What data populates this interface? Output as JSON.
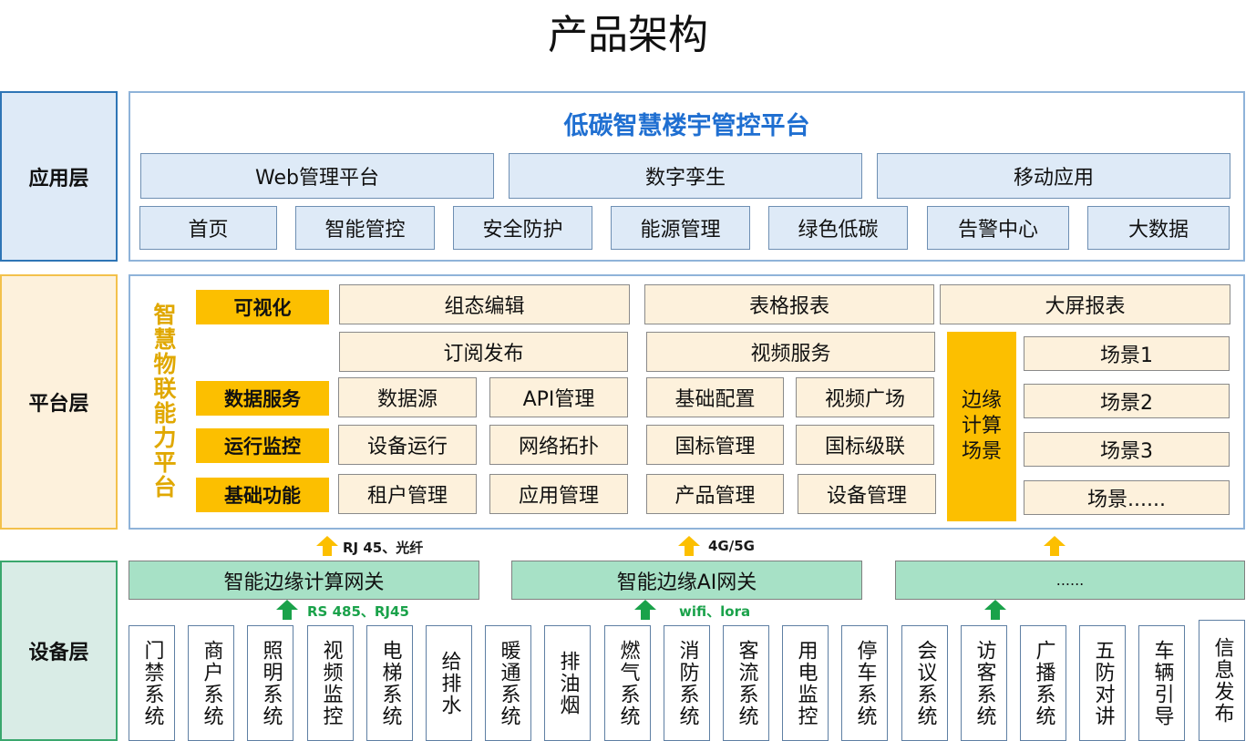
{
  "title": "产品架构",
  "layers": {
    "app": "应用层",
    "platform": "平台层",
    "device": "设备层"
  },
  "app": {
    "platform_name": "低碳智慧楼宇管控平台",
    "row1": [
      "Web管理平台",
      "数字孪生",
      "移动应用"
    ],
    "row2": [
      "首页",
      "智能管控",
      "安全防护",
      "能源管理",
      "绿色低碳",
      "告警中心",
      "大数据"
    ]
  },
  "platform": {
    "side_title": "智慧物联能力平台",
    "categories": {
      "visual": "可视化",
      "data": "数据服务",
      "monitor": "运行监控",
      "basic": "基础功能"
    },
    "items": {
      "zutai": "组态编辑",
      "table_report": "表格报表",
      "big_screen": "大屏报表",
      "subscribe": "订阅发布",
      "video_service": "视频服务",
      "datasource": "数据源",
      "api": "API管理",
      "base_config": "基础配置",
      "video_square": "视频广场",
      "device_run": "设备运行",
      "topology": "网络拓扑",
      "gb_manage": "国标管理",
      "gb_cascade": "国标级联",
      "tenant": "租户管理",
      "app_manage": "应用管理",
      "product": "产品管理",
      "device_manage": "设备管理"
    },
    "edge": {
      "label": "边缘计算场景",
      "scenes": [
        "场景1",
        "场景2",
        "场景3",
        "场景......"
      ]
    }
  },
  "connections": {
    "top": [
      "RJ 45、光纤",
      "4G/5G"
    ],
    "bottom": [
      "RS 485、RJ45",
      "wifi、lora"
    ]
  },
  "gateways": [
    "智能边缘计算网关",
    "智能边缘AI网关",
    "......"
  ],
  "devices": [
    "门禁系统",
    "商户系统",
    "照明系统",
    "视频监控",
    "电梯系统",
    "给排水",
    "暖通系统",
    "排油烟",
    "燃气系统",
    "消防系统",
    "客流系统",
    "用电监控",
    "停车系统",
    "会议系统",
    "访客系统",
    "广播系统",
    "五防对讲",
    "车辆引导",
    "信息发布"
  ],
  "colors": {
    "app_border": "#2e75b6",
    "platform_border": "#f3c14b",
    "device_border": "#3aa76d",
    "platform_title": "#1f6fd1",
    "gold": "#fcbf00",
    "side_title": "#e0a800"
  }
}
